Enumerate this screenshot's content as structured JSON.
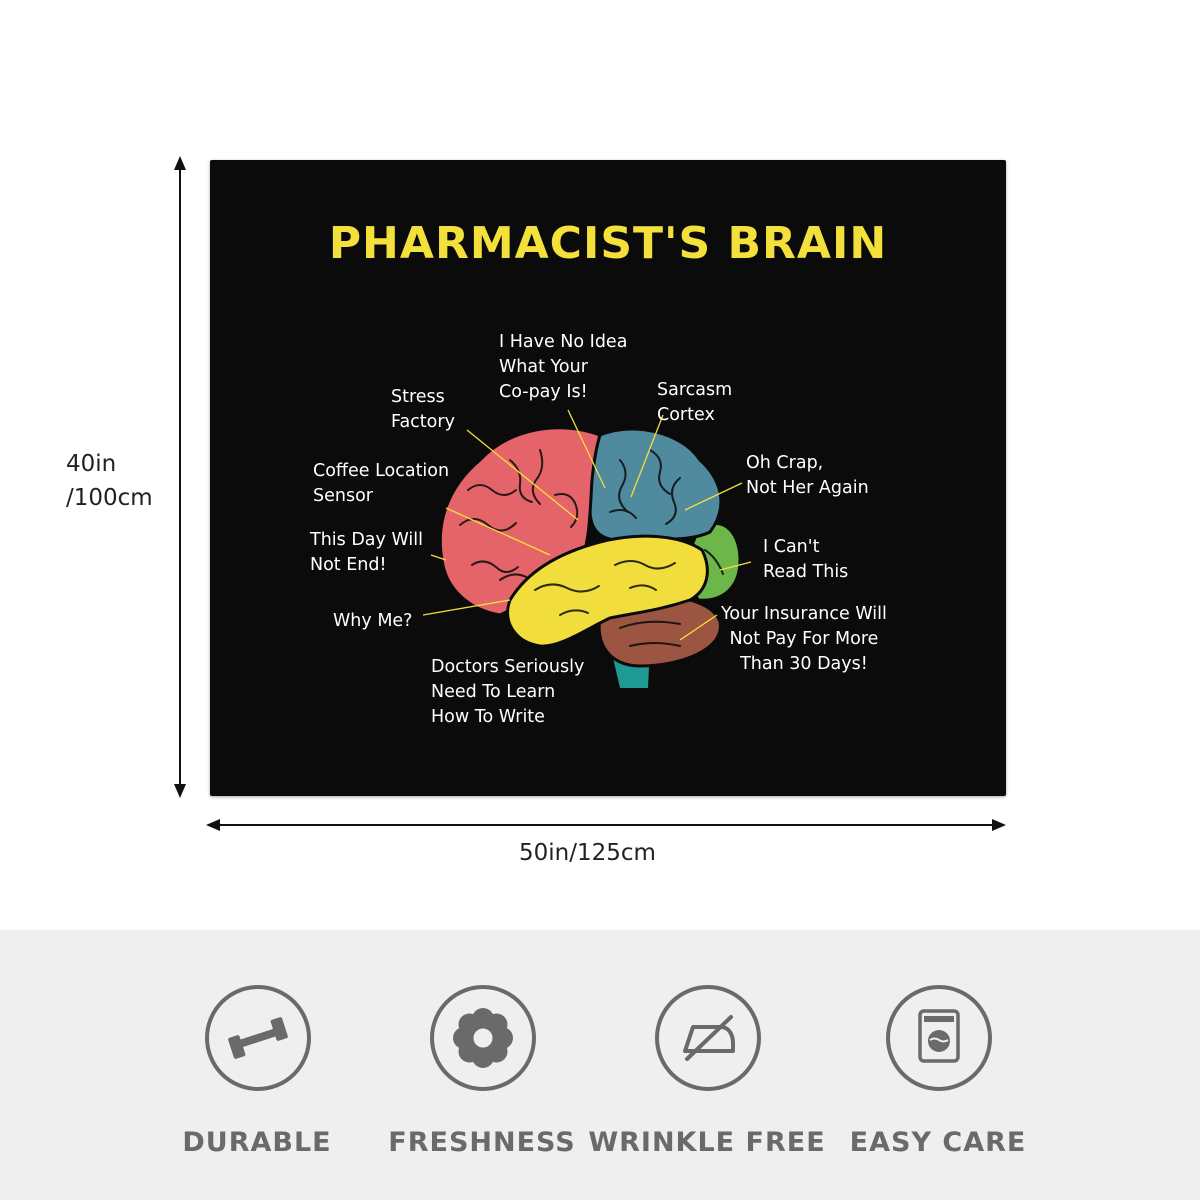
{
  "dimensions": {
    "width_label": "50in/125cm",
    "height_label_line1": "40in",
    "height_label_line2": "/100cm"
  },
  "blanket": {
    "title": "PHARMACIST'S BRAIN",
    "labels": {
      "copay": [
        "I Have No Idea",
        "What Your",
        "Co-pay Is!"
      ],
      "stress": [
        "Stress",
        "Factory"
      ],
      "sarcasm": [
        "Sarcasm",
        "Cortex"
      ],
      "coffee": [
        "Coffee Location",
        "Sensor"
      ],
      "oh_crap": [
        "Oh Crap,",
        "Not Her Again"
      ],
      "this_day": [
        "This Day Will",
        "Not End!"
      ],
      "cant_read": [
        "I Can't",
        "Read This"
      ],
      "why_me": [
        "Why Me?"
      ],
      "insurance": [
        "Your Insurance Will",
        "Not Pay For More",
        "Than 30 Days!"
      ],
      "doctors": [
        "Doctors Seriously",
        "Need To Learn",
        "How To Write"
      ]
    },
    "colors": {
      "title": "#f3e03a",
      "frontal": "#e5646a",
      "parietal": "#4f8a9f",
      "occipital": "#6db74a",
      "temporal": "#f1de3c",
      "cerebellum": "#9b5541",
      "brainstem": "#1f9a93",
      "pointer": "#f3e03a"
    }
  },
  "features": [
    {
      "label": "DURABLE",
      "icon": "dumbbell-icon"
    },
    {
      "label": "FRESHNESS",
      "icon": "flower-icon"
    },
    {
      "label": "WRINKLE FREE",
      "icon": "no-iron-icon"
    },
    {
      "label": "EASY CARE",
      "icon": "washing-machine-icon"
    }
  ]
}
